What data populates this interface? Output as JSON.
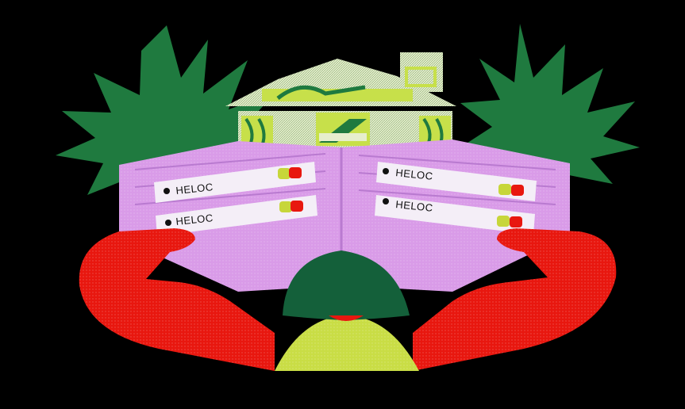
{
  "illustration": {
    "wallet": {
      "left_cards": [
        {
          "label": "HELOC"
        },
        {
          "label": "HELOC"
        }
      ],
      "right_cards": [
        {
          "label": "HELOC"
        },
        {
          "label": "HELOC"
        }
      ]
    }
  },
  "colors": {
    "background": "#000000",
    "leaf_green": "#1f7a3f",
    "dark_green": "#14603a",
    "money_green": "#c7e04a",
    "money_pale": "#e6eecd",
    "wallet_purple": "#d99be8",
    "wallet_dark": "#b97ad0",
    "card_white": "#f4eef7",
    "hands_red": "#e8170f",
    "shirt_yellow": "#c9dd45",
    "chip_yellow": "#c7d63a",
    "chip_red": "#e8170f"
  }
}
